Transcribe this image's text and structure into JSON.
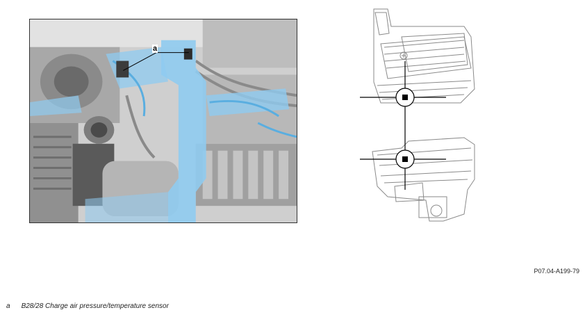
{
  "figure": {
    "id": "P07.04-A199-79",
    "callout_letter": "a"
  },
  "legend": {
    "items": [
      {
        "letter": "a",
        "text": "B28/28 Charge air pressure/temperature sensor"
      }
    ]
  },
  "colors": {
    "highlight": "#8fcbf0",
    "highlight_dark": "#5aaee0",
    "engine_grey": "#9a9a9a",
    "marker": "#000000"
  },
  "icons": {
    "callout_marker": "filled-square-in-circle",
    "logo": "mercedes-star"
  }
}
